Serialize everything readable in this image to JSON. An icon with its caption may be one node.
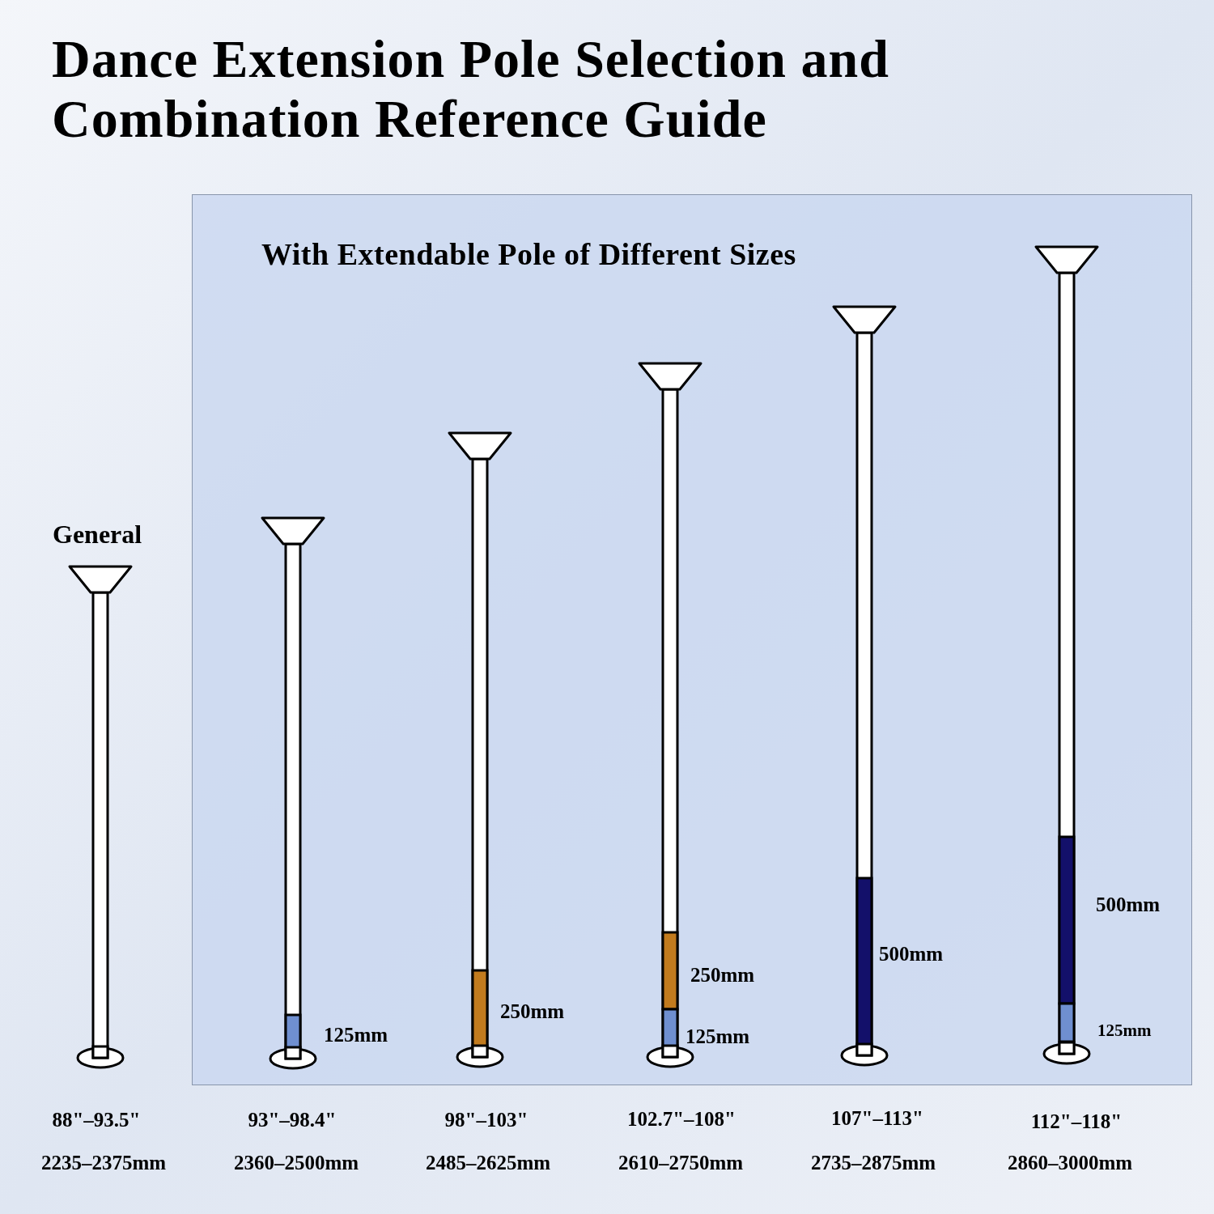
{
  "diagram": {
    "title": "Dance Extension Pole Selection and Combination Reference Guide",
    "nodes": [
      {
        "text": [
          "With Extendable Pole of Different Sizes"
        ]
      }
    ],
    "labels": [
      "General",
      "125mm",
      "250mm",
      "250mm",
      "125mm",
      "500mm",
      "500mm",
      "125mm",
      "88\"–93.5\"",
      "93\"–98.4\"",
      "98\"–103\"",
      "102.7\"–108\"",
      "107\"–113\"",
      "112\"–118\"",
      "2235–2375mm",
      "2360–2500mm",
      "2485–2625mm",
      "2610–2750mm",
      "2735–2875mm",
      "2860–3000mm"
    ]
  }
}
